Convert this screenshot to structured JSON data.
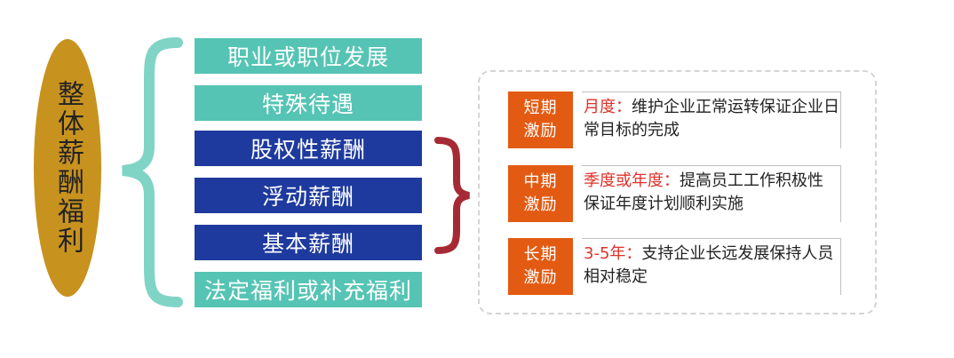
{
  "center_label": "整体薪酬福利",
  "items": [
    {
      "label": "职业或职位发展",
      "style": "teal"
    },
    {
      "label": "特殊待遇",
      "style": "teal"
    },
    {
      "label": "股权性薪酬",
      "style": "navy"
    },
    {
      "label": "浮动薪酬",
      "style": "navy"
    },
    {
      "label": "基本薪酬",
      "style": "navy"
    },
    {
      "label": "法定福利或补充福利",
      "style": "teal"
    }
  ],
  "incentives": [
    {
      "term_line1": "短期",
      "term_line2": "激励",
      "period": "月度：",
      "description": "维护企业正常运转保证企业日常目标的完成"
    },
    {
      "term_line1": "中期",
      "term_line2": "激励",
      "period": "季度或年度：",
      "description": "提高员工工作积极性  保证年度计划顺利实施"
    },
    {
      "term_line1": "长期",
      "term_line2": "激励",
      "period": "3-5年：",
      "description": "支持企业长远发展保持人员相对稳定"
    }
  ],
  "colors": {
    "ellipse": "#c8921f",
    "teal": "#55c4b4",
    "navy": "#1e3a9e",
    "term_bg": "#e35a12",
    "period_text": "#e0322a",
    "bracket_teal": "#7fd4c6",
    "bracket_red": "#a62a35"
  }
}
